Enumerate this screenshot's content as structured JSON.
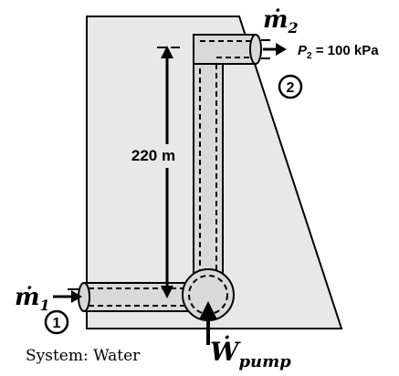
{
  "diagram": {
    "inlet": {
      "mass_flow_symbol": "ṁ",
      "mass_flow_subscript": "1",
      "state_number": "1"
    },
    "outlet": {
      "mass_flow_symbol": "ṁ",
      "mass_flow_subscript": "2",
      "state_number": "2",
      "pressure_symbol": "P",
      "pressure_subscript": "2",
      "pressure_value": " = 100 kPa"
    },
    "height_label": "220 m",
    "pump": {
      "work_symbol": "Ẇ",
      "work_subscript": "pump"
    },
    "system_label": "System: Water",
    "colors": {
      "dam": "#e8e8e8",
      "pipe": "#d9d9d9",
      "line": "#000000",
      "background": "#ffffff"
    }
  }
}
